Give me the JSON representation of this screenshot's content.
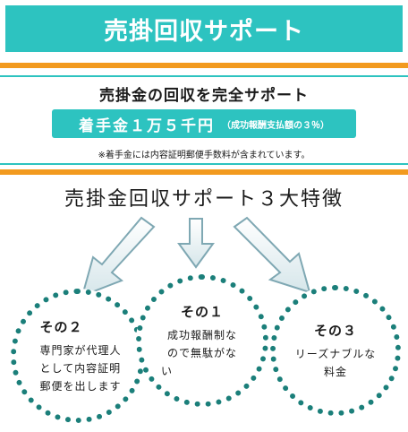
{
  "header": {
    "title": "売掛回収サポート"
  },
  "intro": {
    "subhead": "売掛金の回収を完全サポート",
    "fee_main": "着手金１万５千円",
    "fee_note": "（成功報酬支払額の３％）",
    "small_note": "※着手金には内容証明郵便手数料が含まれています。"
  },
  "features": {
    "heading": "売掛金回収サポート３大特徴",
    "items": [
      {
        "label": "その２",
        "lines": [
          "専門家が代理人",
          "として内容証明",
          "郵便を出します"
        ]
      },
      {
        "label": "その１",
        "lines": [
          "成功報酬制な",
          "ので無駄がな",
          "い"
        ]
      },
      {
        "label": "その３",
        "lines": [
          "リーズナブルな",
          "料金"
        ]
      }
    ]
  },
  "colors": {
    "teal": "#2dc3c0",
    "orange": "#f29a1f",
    "dark_teal": "#1b7f7a",
    "arrow_fill": "#ffffff",
    "arrow_stroke": "#7fa8b3"
  }
}
